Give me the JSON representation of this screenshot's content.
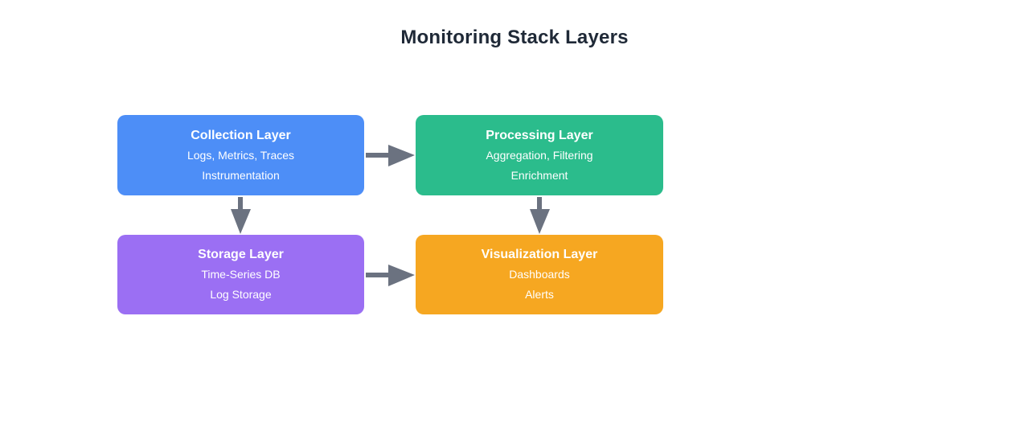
{
  "title": "Monitoring Stack Layers",
  "colors": {
    "background": "#FFFFFF",
    "title_text": "#1F2937",
    "node_text": "#FFFFFF",
    "connector": "#6B7280",
    "collection": "#4D8EF7",
    "processing": "#2BBC8C",
    "storage": "#9B6FF3",
    "visualization": "#F6A721"
  },
  "diagram": {
    "nodes": [
      {
        "id": "collection",
        "title": "Collection Layer",
        "lines": [
          "Logs, Metrics, Traces",
          "Instrumentation"
        ],
        "color": "#4D8EF7"
      },
      {
        "id": "processing",
        "title": "Processing Layer",
        "lines": [
          "Aggregation, Filtering",
          "Enrichment"
        ],
        "color": "#2BBC8C"
      },
      {
        "id": "storage",
        "title": "Storage Layer",
        "lines": [
          "Time-Series DB",
          "Log Storage"
        ],
        "color": "#9B6FF3"
      },
      {
        "id": "visualization",
        "title": "Visualization Layer",
        "lines": [
          "Dashboards",
          "Alerts"
        ],
        "color": "#F6A721"
      }
    ],
    "edges": [
      {
        "from": "collection",
        "to": "processing",
        "direction": "right"
      },
      {
        "from": "collection",
        "to": "storage",
        "direction": "down"
      },
      {
        "from": "processing",
        "to": "visualization",
        "direction": "down"
      },
      {
        "from": "storage",
        "to": "visualization",
        "direction": "right"
      }
    ]
  }
}
